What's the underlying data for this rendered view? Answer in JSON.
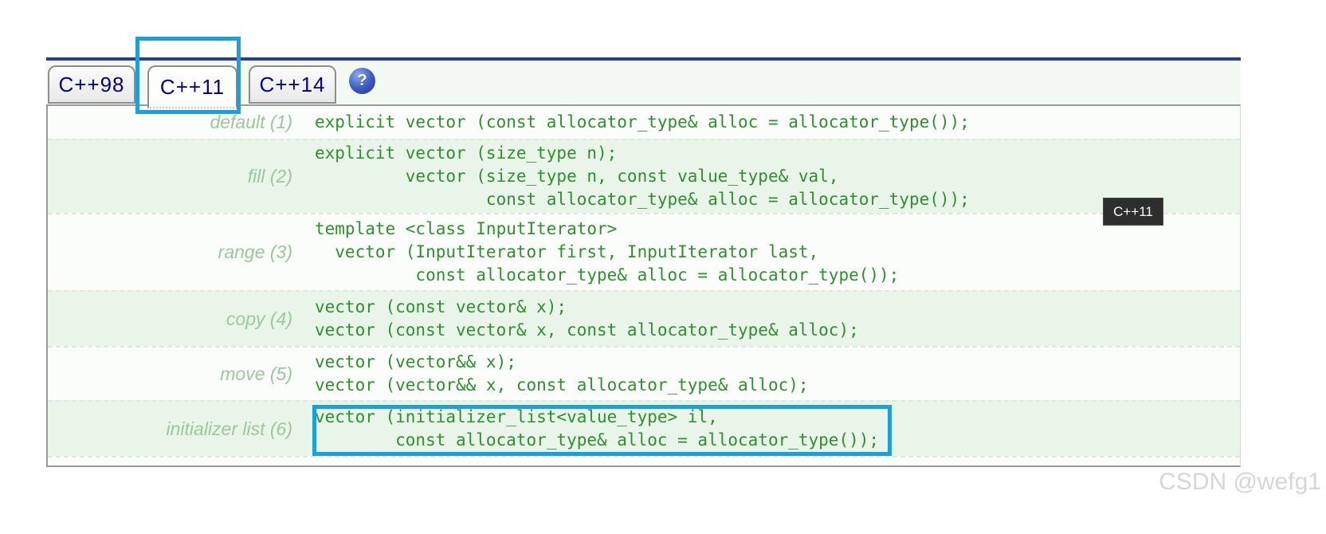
{
  "tabs": [
    {
      "label": "C++98",
      "selected": false
    },
    {
      "label": "C++11",
      "selected": true
    },
    {
      "label": "C++14",
      "selected": false
    }
  ],
  "help_icon_glyph": "?",
  "rows": [
    {
      "label": "default (1)",
      "code": "explicit vector (const allocator_type& alloc = allocator_type());"
    },
    {
      "label": "fill (2)",
      "code": "explicit vector (size_type n);\n         vector (size_type n, const value_type& val,\n                 const allocator_type& alloc = allocator_type());"
    },
    {
      "label": "range (3)",
      "code": "template <class InputIterator>\n  vector (InputIterator first, InputIterator last,\n          const allocator_type& alloc = allocator_type());"
    },
    {
      "label": "copy (4)",
      "code": "vector (const vector& x);\nvector (const vector& x, const allocator_type& alloc);"
    },
    {
      "label": "move (5)",
      "code": "vector (vector&& x);\nvector (vector&& x, const allocator_type& alloc);"
    },
    {
      "label": "initializer list (6)",
      "code": "vector (initializer_list<value_type> il,\n        const allocator_type& alloc = allocator_type());"
    }
  ],
  "tooltip_badge": "C++11",
  "watermark": "CSDN @wefg1",
  "colors": {
    "top_rule": "#2e3f7f",
    "tab_text": "#00008b",
    "label_green": "#9bc89b",
    "code_green": "#2f8f2f",
    "row_alt_bg": "#e9f5e9",
    "annotation_blue": "#1c9fdb",
    "badge_bg": "#2e2e2e"
  }
}
